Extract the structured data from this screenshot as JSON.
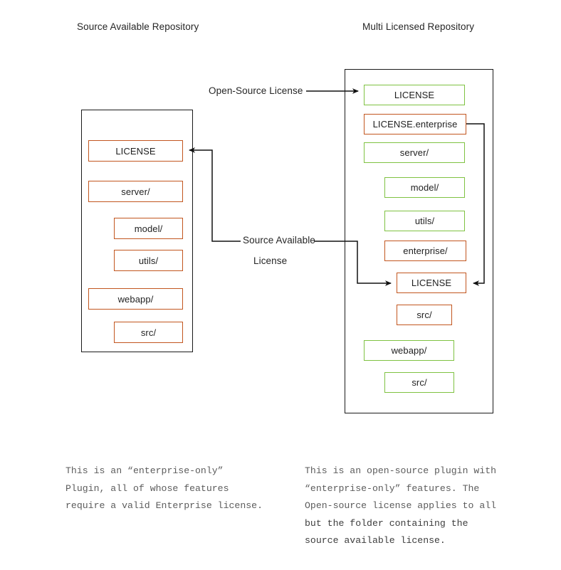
{
  "columns": {
    "left_title": "Source Available Repository",
    "right_title": "Multi Licensed Repository"
  },
  "left_repo": {
    "nodes": [
      {
        "label": "LICENSE",
        "color": "#c2561f",
        "style": "orange"
      },
      {
        "label": "server/",
        "color": "#c2561f",
        "style": "orange"
      },
      {
        "label": "model/",
        "color": "#c2561f",
        "style": "orange"
      },
      {
        "label": "utils/",
        "color": "#c2561f",
        "style": "orange"
      },
      {
        "label": "webapp/",
        "color": "#c2561f",
        "style": "orange"
      },
      {
        "label": "src/",
        "color": "#c2561f",
        "style": "orange"
      }
    ]
  },
  "right_repo": {
    "nodes": [
      {
        "label": "LICENSE",
        "color": "#7fc242",
        "style": "green"
      },
      {
        "label": "LICENSE.enterprise",
        "color": "#c2561f",
        "style": "orange"
      },
      {
        "label": "server/",
        "color": "#7fc242",
        "style": "green"
      },
      {
        "label": "model/",
        "color": "#7fc242",
        "style": "green"
      },
      {
        "label": "utils/",
        "color": "#7fc242",
        "style": "green"
      },
      {
        "label": "enterprise/",
        "color": "#c2561f",
        "style": "orange"
      },
      {
        "label": "LICENSE",
        "color": "#c2561f",
        "style": "orange"
      },
      {
        "label": "src/",
        "color": "#c2561f",
        "style": "orange"
      },
      {
        "label": "webapp/",
        "color": "#7fc242",
        "style": "green"
      },
      {
        "label": "src/",
        "color": "#7fc242",
        "style": "green"
      }
    ]
  },
  "edges": {
    "open_source_label": "Open-Source License",
    "source_available_label_line1": "Source Available",
    "source_available_label_line2": "License"
  },
  "captions": {
    "left": "This is an “enterprise-only”\nPlugin, all of whose features\nrequire a valid Enterprise license.",
    "right_part1": "This is an open-source plugin with\n“enterprise-only” features. The\nOpen-source license applies to all\n",
    "right_part2": "but the folder containing the\nsource available license."
  },
  "colors": {
    "open_source": "#7fc242",
    "enterprise": "#c2561f",
    "outline": "#1a1a1a",
    "background": "#ffffff"
  }
}
